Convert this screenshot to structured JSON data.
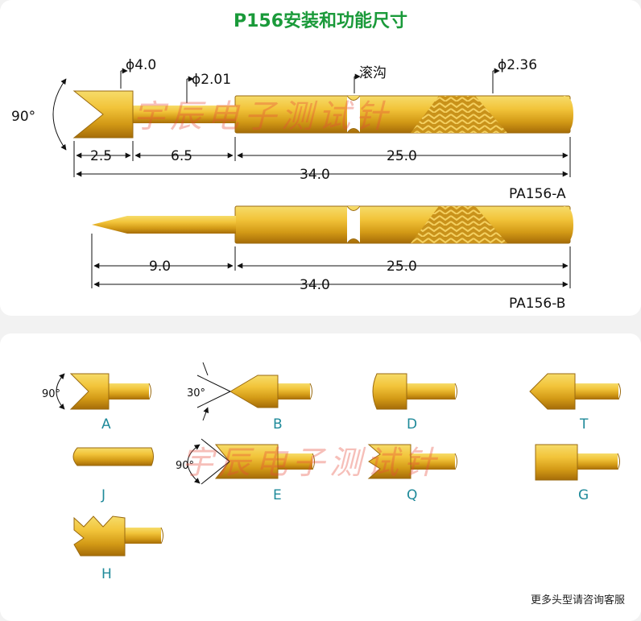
{
  "title": "P156安装和功能尺寸",
  "watermark": "宇辰电子测试针",
  "pa156a": {
    "model": "PA156-A",
    "angle": "90°",
    "dia_head": "ϕ4.0",
    "dia_shaft": "ϕ2.01",
    "groove": "滚沟",
    "dia_barrel": "ϕ2.36",
    "d1": "2.5",
    "d2": "6.5",
    "d3": "25.0",
    "total": "34.0"
  },
  "pa156b": {
    "model": "PA156-B",
    "d1": "9.0",
    "d2": "25.0",
    "total": "34.0"
  },
  "heads": [
    {
      "id": "A",
      "angle": "90°"
    },
    {
      "id": "B",
      "angle": "30°"
    },
    {
      "id": "D"
    },
    {
      "id": "T"
    },
    {
      "id": "J"
    },
    {
      "id": "E",
      "angle": "90°"
    },
    {
      "id": "Q"
    },
    {
      "id": "G"
    },
    {
      "id": "H"
    }
  ],
  "footer": "更多头型请咨询客服",
  "colors": {
    "title": "#1a9a3a",
    "gold": "#d9a21a",
    "caption": "#1f8a9a"
  }
}
